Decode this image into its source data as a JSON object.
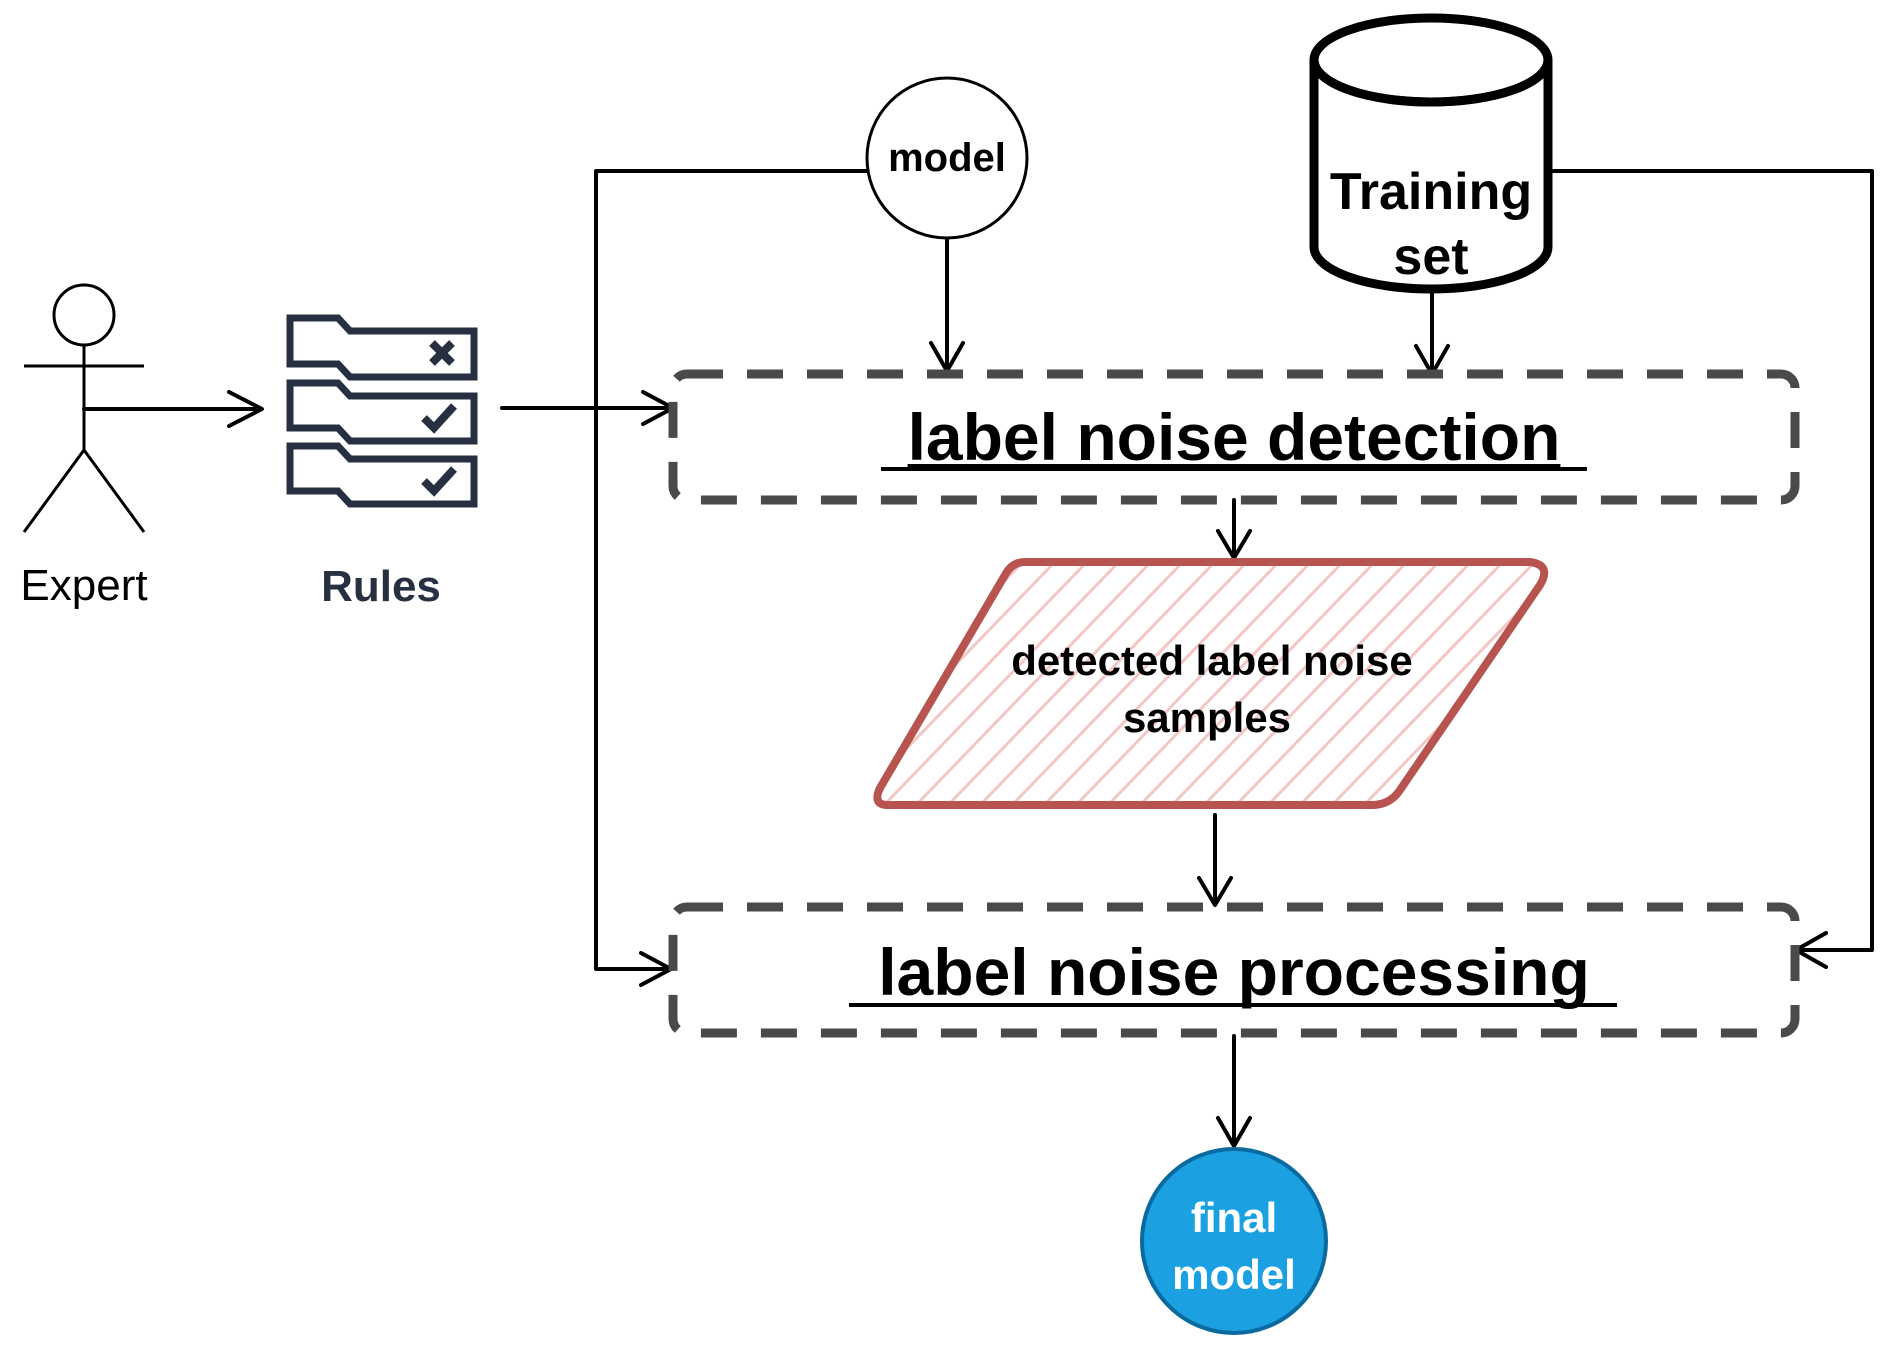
{
  "actor": {
    "label": "Expert"
  },
  "rules": {
    "label": "Rules",
    "icon": "rules-checklist-icon"
  },
  "model_node": {
    "label": "model"
  },
  "training_set": {
    "line1": "Training",
    "line2": "set"
  },
  "detection_box": {
    "label": "label noise detection"
  },
  "samples_node": {
    "line1": "detected label noise",
    "line2": "samples"
  },
  "processing_box": {
    "label": "label noise processing"
  },
  "final_node": {
    "line1": "final",
    "line2": "model"
  },
  "colors": {
    "line": "#000000",
    "dashed_border": "#4a4a4a",
    "rules_icon": "#263041",
    "samples_stroke": "#b85450",
    "samples_hatch": "#f4c7c5",
    "final_fill": "#1ba1e2",
    "final_stroke": "#0a6aa0",
    "final_text": "#ffffff"
  }
}
